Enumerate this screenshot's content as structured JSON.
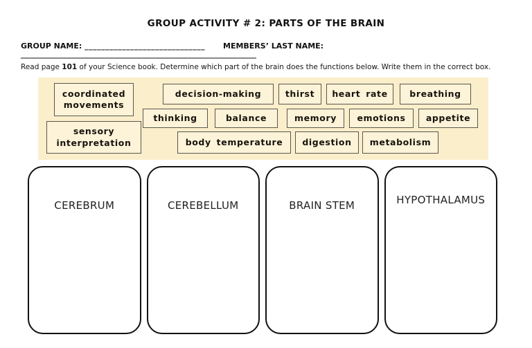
{
  "title": "GROUP ACTIVITY # 2: PARTS OF THE BRAIN",
  "header": {
    "group_name_label": "GROUP NAME:",
    "group_name_blank": "_____________________________",
    "members_label": "MEMBERS’ LAST NAME:",
    "second_blank_line": "____________________________________________________________________"
  },
  "instruction": {
    "prefix": "Read page ",
    "page_number": "101",
    "suffix": " of your Science book. Determine which part of the brain does the functions below. Write them in the correct box."
  },
  "tiles": [
    {
      "label": "coordinated movements"
    },
    {
      "label": "decision-making"
    },
    {
      "label": "thirst"
    },
    {
      "label": "heart rate"
    },
    {
      "label": "breathing"
    },
    {
      "label": "thinking"
    },
    {
      "label": "balance"
    },
    {
      "label": "memory"
    },
    {
      "label": "emotions"
    },
    {
      "label": "appetite"
    },
    {
      "label": "sensory interpretation"
    },
    {
      "label": "body temperature"
    },
    {
      "label": "digestion"
    },
    {
      "label": "metabolism"
    }
  ],
  "boxes": [
    {
      "label": "CEREBRUM"
    },
    {
      "label": "CEREBELLUM"
    },
    {
      "label": "BRAIN STEM"
    },
    {
      "label": "HYPOTHALAMUS"
    }
  ],
  "colors": {
    "banner_bg": "#fbeecb",
    "tile_bg": "#fdf3d8",
    "tile_border": "#5a564c",
    "box_border": "#111111"
  }
}
